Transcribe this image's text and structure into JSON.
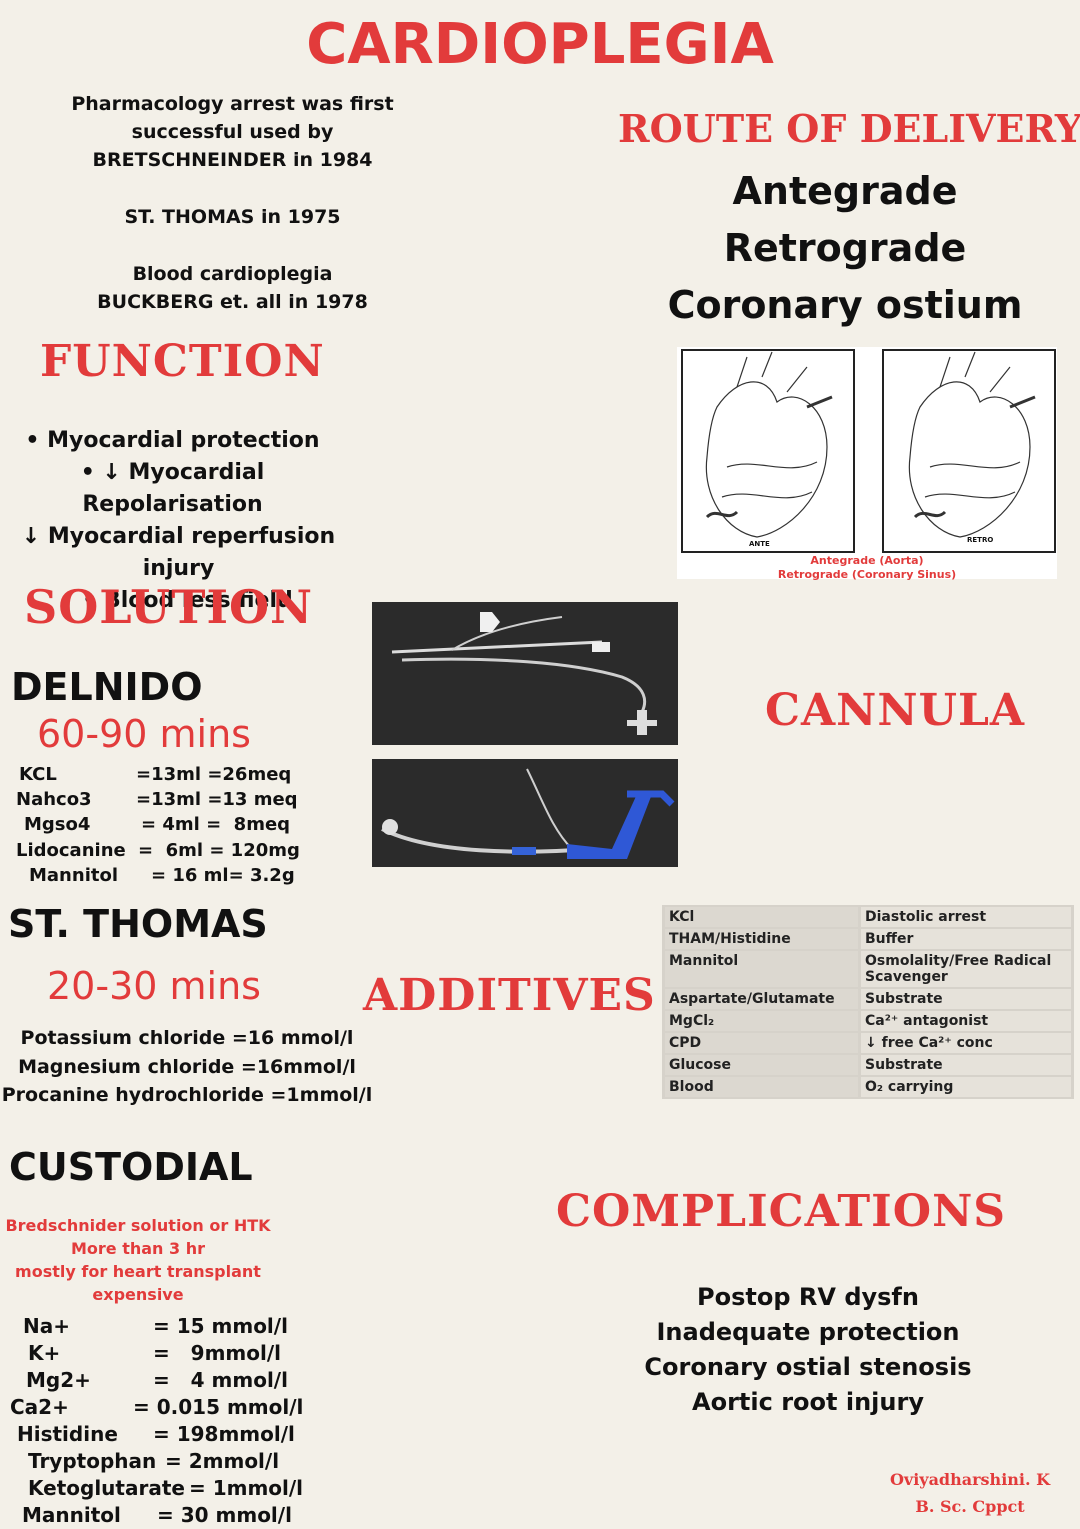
{
  "title": "CARDIOPLEGIA",
  "history": {
    "line1": "Pharmacology arrest was first",
    "line2": "successful used by",
    "line3": "BRETSCHNEINDER in 1984",
    "line4": "ST. THOMAS in 1975",
    "line5": "Blood cardioplegia",
    "line6": "BUCKBERG et. all in 1978"
  },
  "route": {
    "heading": "ROUTE OF DELIVERY",
    "items": [
      "Antegrade",
      "Retrograde",
      "Coronary ostium"
    ],
    "diagram_caption1": "Antegrade (Aorta)",
    "diagram_caption2": "Retrograde (Coronary Sinus)",
    "diagram_label_ante": "ANTE",
    "diagram_label_retro": "RETRO"
  },
  "function": {
    "heading": "FUNCTION",
    "items": [
      "• Myocardial protection",
      "• ↓ Myocardial Repolarisation",
      "↓ Myocardial reperfusion injury",
      "•  Blood less field"
    ]
  },
  "solution": {
    "heading": "SOLUTION",
    "delnido": {
      "name": "DELNIDO",
      "duration": "60-90 mins",
      "rows": [
        {
          "name": "KCL",
          "value": "=13ml =26meq"
        },
        {
          "name": "Nahco3",
          "value": "=13ml =13 meq"
        },
        {
          "name": "Mgso4",
          "value": "= 4ml =  8meq"
        },
        {
          "name": "Lidocanine",
          "value": "=  6ml = 120mg"
        },
        {
          "name": "Mannitol",
          "value": "= 16 ml= 3.2g"
        }
      ]
    },
    "stthomas": {
      "name": "ST. THOMAS",
      "duration": "20-30 mins",
      "rows": [
        "Potassium chloride  =16 mmol/l",
        "Magnesium chloride =16mmol/l",
        "Procanine hydrochloride =1mmol/l"
      ]
    },
    "custodial": {
      "name": "CUSTODIAL",
      "notes": [
        "Bredschnider solution or HTK",
        "More than 3 hr",
        "mostly for heart transplant",
        "expensive"
      ],
      "rows": [
        {
          "name": "Na+",
          "value": "= 15 mmol/l"
        },
        {
          "name": "K+",
          "value": "=   9mmol/l"
        },
        {
          "name": "Mg2+",
          "value": "=   4 mmol/l"
        },
        {
          "name": "Ca2+",
          "value": "= 0.015 mmol/l"
        },
        {
          "name": "Histidine",
          "value": "= 198mmol/l"
        },
        {
          "name": "Tryptophan",
          "value": "= 2mmol/l"
        },
        {
          "name": "Ketoglutarate",
          "value": "= 1mmol/l"
        },
        {
          "name": "Mannitol",
          "value": "= 30 mmol/l"
        }
      ]
    }
  },
  "cannula": {
    "heading": "CANNULA"
  },
  "additives": {
    "heading": "ADDITIVES",
    "rows": [
      {
        "agent": "KCl",
        "role": "Diastolic arrest"
      },
      {
        "agent": "THAM/Histidine",
        "role": "Buffer"
      },
      {
        "agent": "Mannitol",
        "role": "Osmolality/Free Radical Scavenger"
      },
      {
        "agent": "Aspartate/Glutamate",
        "role": "Substrate"
      },
      {
        "agent": "MgCl₂",
        "role": "Ca²⁺ antagonist"
      },
      {
        "agent": "CPD",
        "role": "↓ free Ca²⁺ conc"
      },
      {
        "agent": "Glucose",
        "role": "Substrate"
      },
      {
        "agent": "Blood",
        "role": "O₂ carrying"
      }
    ]
  },
  "complications": {
    "heading": "COMPLICATIONS",
    "items": [
      "Postop RV dysfn",
      "Inadequate protection",
      "Coronary ostial stenosis",
      "Aortic root  injury"
    ]
  },
  "author": {
    "name": "Oviyadharshini. K",
    "degree": "B. Sc. Cppct"
  },
  "colors": {
    "accent": "#e23b3b",
    "background": "#f3f0e8"
  }
}
